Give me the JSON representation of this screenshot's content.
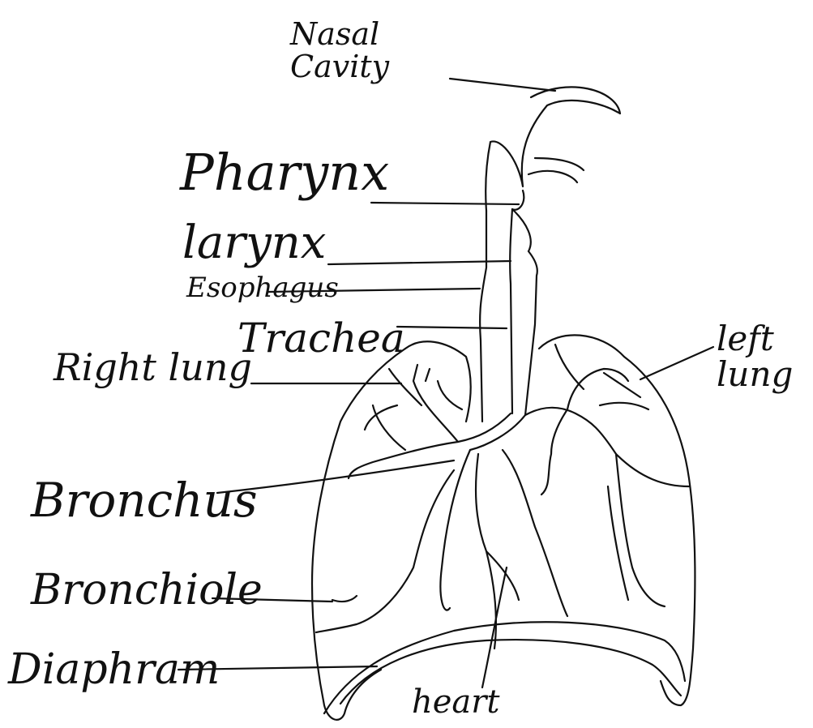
{
  "labels": {
    "nasal_cavity": "Nasal\nCavity",
    "pharynx": "Pharynx",
    "larynx": "larynx",
    "esophagus": "Esophagus",
    "trachea": "Trachea",
    "right_lung": "Right lung",
    "left_lung": "left\nlung",
    "bronchus": "Bronchus",
    "bronchiole": "Bronchiole",
    "diaphragm": "Diaphram",
    "heart": "heart"
  },
  "colors": {
    "ink": "#111111",
    "pencil": "#777777",
    "paper": "#ffffff"
  }
}
